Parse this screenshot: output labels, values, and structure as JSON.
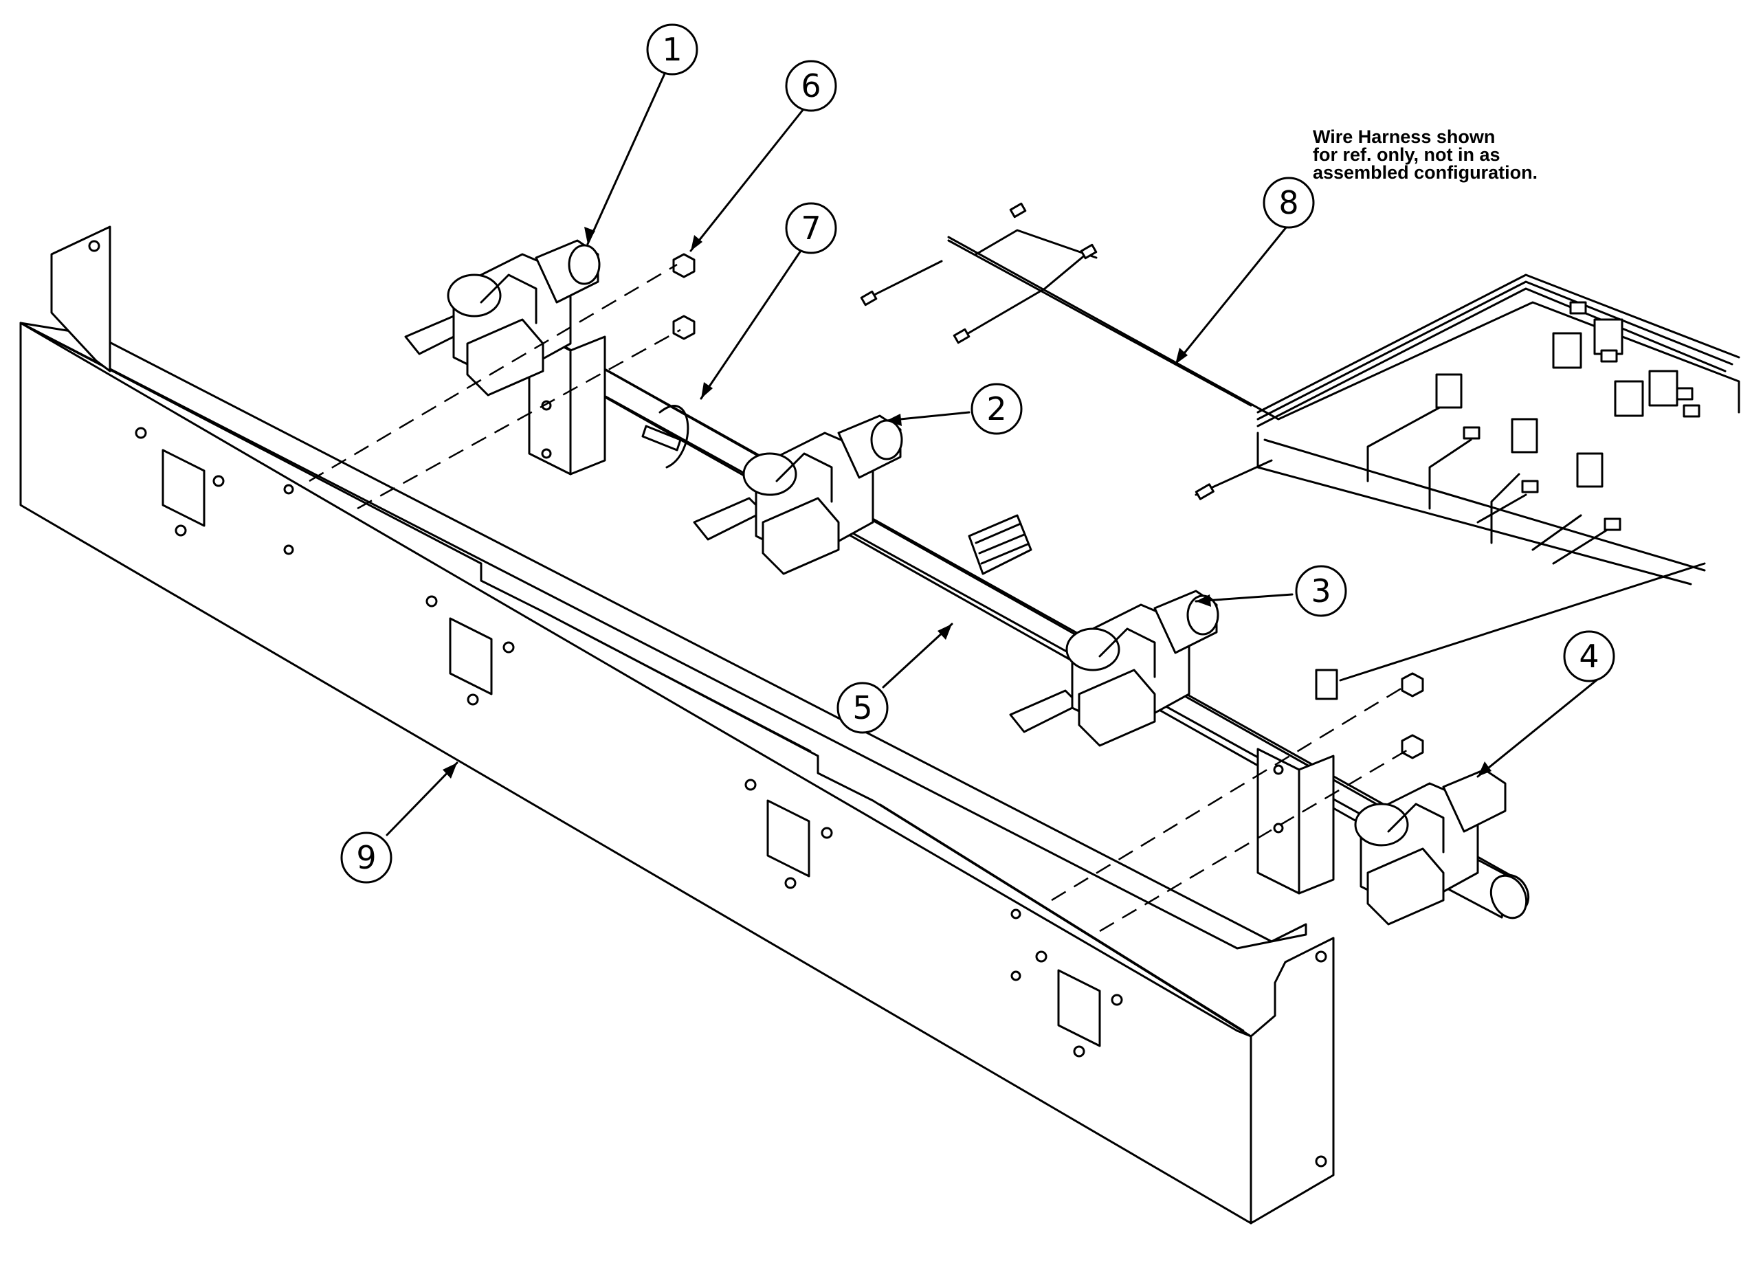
{
  "note": {
    "lines": [
      "Wire Harness shown",
      "for ref. only, not in as",
      "assembled configuration."
    ]
  },
  "balloons": [
    {
      "id": "balloon-1",
      "label": "1"
    },
    {
      "id": "balloon-2",
      "label": "2"
    },
    {
      "id": "balloon-3",
      "label": "3"
    },
    {
      "id": "balloon-4",
      "label": "4"
    },
    {
      "id": "balloon-5",
      "label": "5"
    },
    {
      "id": "balloon-6",
      "label": "6"
    },
    {
      "id": "balloon-7",
      "label": "7"
    },
    {
      "id": "balloon-8",
      "label": "8"
    },
    {
      "id": "balloon-9",
      "label": "9"
    }
  ]
}
